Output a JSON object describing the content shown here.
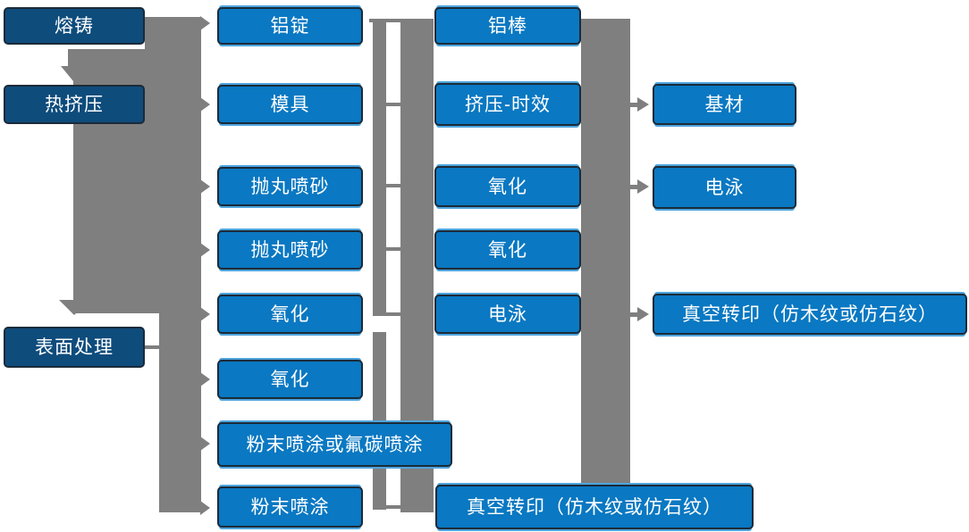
{
  "colors": {
    "primary_box": "#0a78c2",
    "dark_box": "#0e4c7c",
    "box_border": "#1b2a38",
    "connector": "#7f7f7f",
    "accent_light": "#4ea5dd",
    "text_color": "#ffffff"
  },
  "nodes": {
    "col1": [
      "熔铸",
      "热挤压",
      "表面处理"
    ],
    "col2": [
      "铝锭",
      "模具",
      "抛丸喷砂",
      "抛丸喷砂",
      "氧化",
      "氧化",
      "粉末喷涂或氟碳喷涂",
      "粉末喷涂"
    ],
    "col3": [
      "铝棒",
      "挤压-时效",
      "氧化",
      "氧化",
      "电泳",
      "真空转印（仿木纹或仿石纹）"
    ],
    "col4": [
      "基材",
      "电泳",
      "真空转印（仿木纹或仿石纹）"
    ]
  },
  "connections": {
    "down_arrow_targets": [
      "热挤压",
      "表面处理"
    ],
    "left_trunk_arrow_targets": [
      "铝锭",
      "模具",
      "抛丸喷砂",
      "抛丸喷砂",
      "氧化",
      "氧化",
      "粉末喷涂或氟碳喷涂",
      "粉末喷涂"
    ],
    "right_trunk_arrow_targets": [
      "基材",
      "电泳",
      "真空转印（仿木纹或仿石纹）"
    ]
  }
}
